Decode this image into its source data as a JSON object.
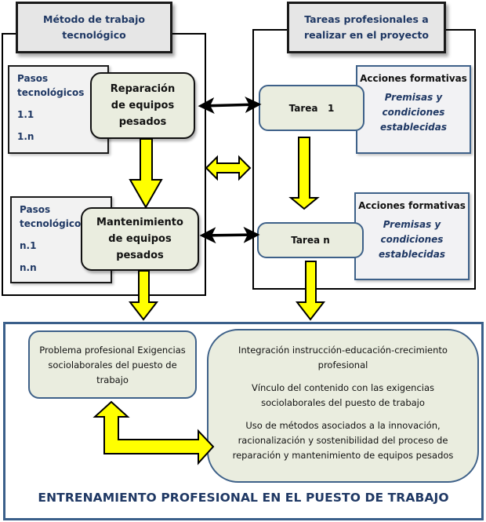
{
  "left_panel": {
    "header": "Método de trabajo tecnológico",
    "steps_group_1": {
      "title": "Pasos tecnológicos",
      "items": [
        "1.1",
        "1.n"
      ]
    },
    "process_1": "Reparación de equipos pesados",
    "steps_group_2": {
      "title": "Pasos tecnológicos",
      "items": [
        "n.1",
        "n.n"
      ]
    },
    "process_2": "Mantenimiento de equipos pesados"
  },
  "right_panel": {
    "header": "Tareas profesionales a realizar en el proyecto",
    "task_1": "Tarea   1",
    "task_n": "Tarea n",
    "actions_1": {
      "title": "Acciones formativas",
      "body": "Premisas y condiciones establecidas"
    },
    "actions_2": {
      "title": "Acciones formativas",
      "body": "Premisas y condiciones establecidas"
    }
  },
  "bottom_panel": {
    "problem_box": "Problema profesional Exigencias sociolaborales del puesto de trabajo",
    "integration_box": [
      "Integración instrucción-educación-crecimiento profesional",
      "Vínculo del contenido con las exigencias sociolaborales del puesto de trabajo",
      "Uso de métodos asociados a la innovación, racionalización y sostenibilidad del proceso de reparación y mantenimiento de equipos pesados"
    ],
    "title": "ENTRENAMIENTO PROFESIONAL EN EL PUESTO DE TRABAJO"
  },
  "colors": {
    "header_text": "#1f3864",
    "process_fill": "#eaeddf",
    "arrow_fill": "#ffff00",
    "blue_border": "#3a5f8a"
  }
}
